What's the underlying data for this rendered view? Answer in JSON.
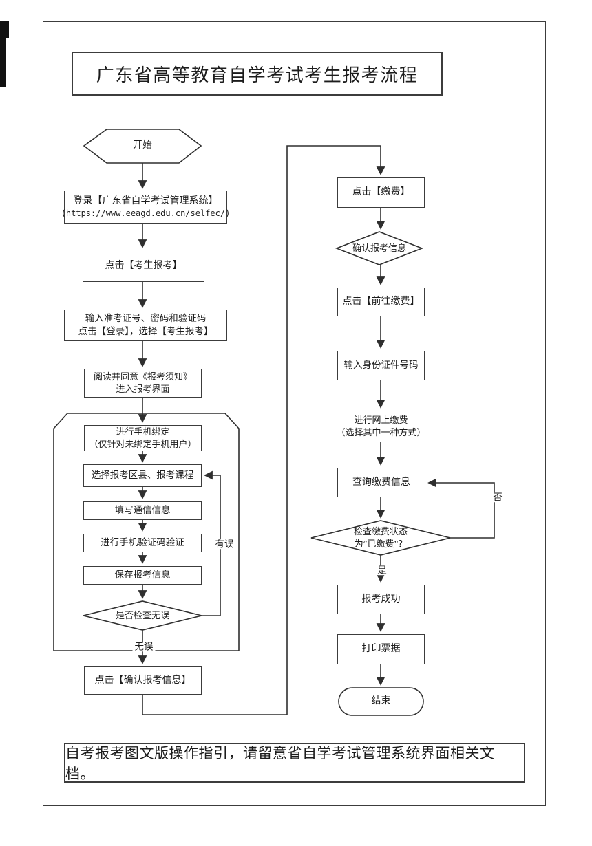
{
  "page": {
    "title": "广东省高等教育自学考试考生报考流程",
    "footer_note": "自考报考图文版操作指引，请留意省自学考试管理系统界面相关文档。"
  },
  "flow": {
    "start": "开始",
    "end": "结束",
    "left": {
      "login": {
        "line1": "登录【广东省自学考试管理系统】",
        "line2": "(https://www.eeagd.edu.cn/selfec/)"
      },
      "click_register": "点击【考生报考】",
      "enter_credentials": {
        "line1": "输入准考证号、密码和验证码",
        "line2": "点击【登录】，选择【考生报考】"
      },
      "read_notice": {
        "line1": "阅读并同意《报考须知》",
        "line2": "进入报考界面"
      },
      "bind_phone": {
        "line1": "进行手机绑定",
        "line2": "（仅针对未绑定手机用户）"
      },
      "select_courses": "选择报考区县、报考课程",
      "fill_contact": "填写通信信息",
      "verify_sms": "进行手机验证码验证",
      "save_info": "保存报考信息",
      "check_decision": "是否检查无误",
      "confirm_info": "点击【确认报考信息】"
    },
    "right": {
      "click_pay": "点击【缴费】",
      "confirm_decision": "确认报考信息",
      "goto_pay": "点击【前往缴费】",
      "enter_id": "输入身份证件号码",
      "online_pay": {
        "line1": "进行网上缴费",
        "line2": "（选择其中一种方式）"
      },
      "query_pay": "查询缴费信息",
      "status_decision": {
        "line1": "检查缴费状态",
        "line2": "为“已缴费”？"
      },
      "success": "报考成功",
      "print_receipt": "打印票据"
    },
    "labels": {
      "error": "有误",
      "ok": "无误",
      "no": "否",
      "yes": "是"
    }
  },
  "colors": {
    "stroke": "#3c3c3c",
    "text": "#1c1c1c",
    "background": "#ffffff"
  }
}
